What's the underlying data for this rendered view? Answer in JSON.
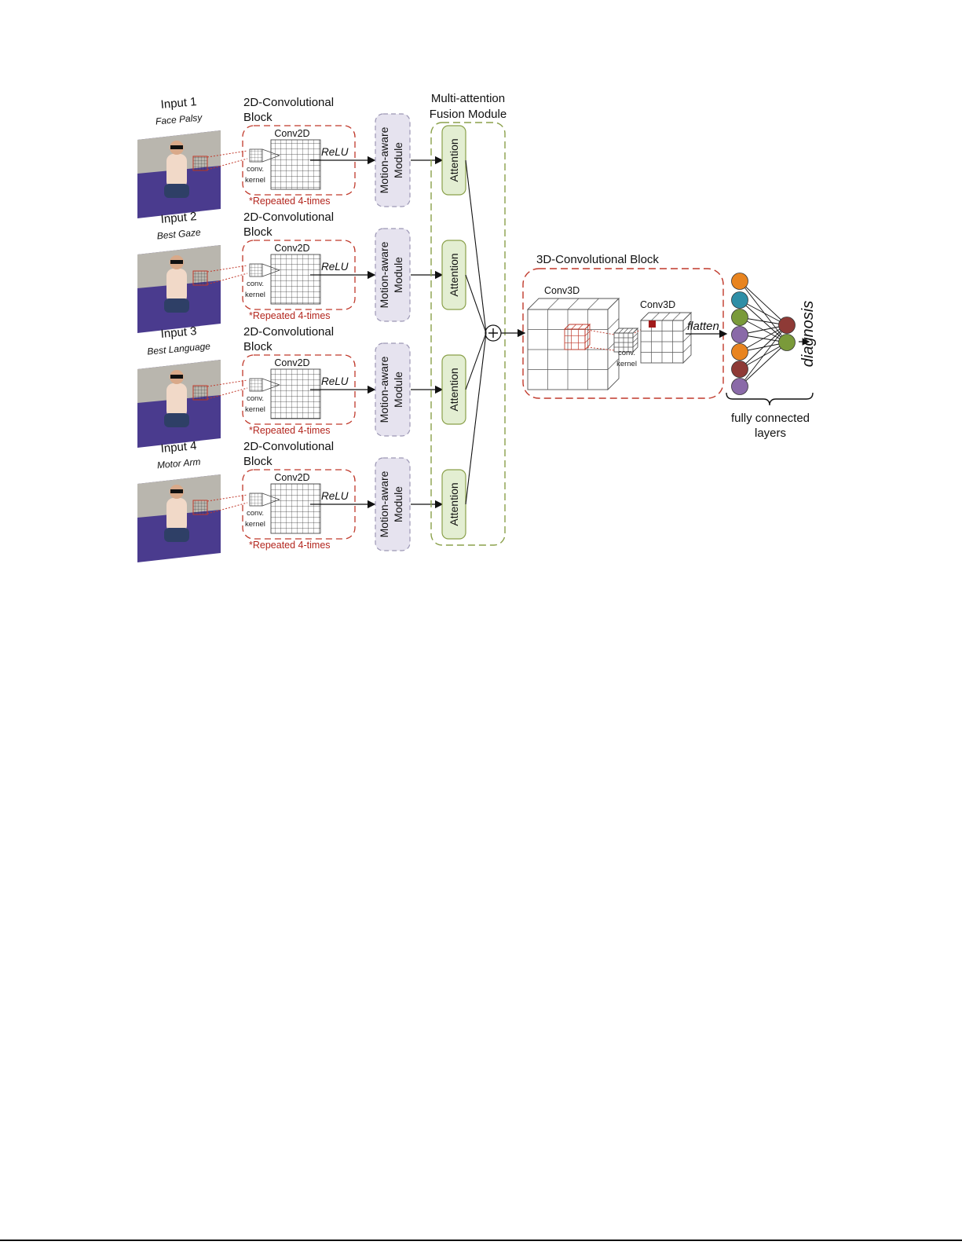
{
  "inputs": [
    {
      "title": "Input 1",
      "subtitle": "Face Palsy"
    },
    {
      "title": "Input 2",
      "subtitle": "Best Gaze"
    },
    {
      "title": "Input 3",
      "subtitle": "Best Language"
    },
    {
      "title": "Input 4",
      "subtitle": "Motor Arm"
    }
  ],
  "conv2d_block": {
    "title_line1": "2D-Convolutional",
    "title_line2": "Block",
    "layer": "Conv2D",
    "activation": "ReLU",
    "kernel_line1": "conv.",
    "kernel_line2": "kernel",
    "repeat_note": "*Repeated 4-times"
  },
  "motion_module": {
    "line1": "Motion-aware",
    "line2": "Module"
  },
  "fusion_module": {
    "title_line1": "Multi-attention",
    "title_line2": "Fusion Module",
    "attention_label": "Attention"
  },
  "conv3d_block": {
    "title": "3D-Convolutional Block",
    "layer_a": "Conv3D",
    "layer_b": "Conv3D",
    "kernel_line1": "conv.",
    "kernel_line2": "kernel",
    "flatten": "flatten"
  },
  "fc_layers": {
    "label_line1": "fully connected",
    "label_line2": "layers",
    "output": "diagnosis",
    "input_node_colors": [
      "#e8841f",
      "#2f8ea6",
      "#7a9a3a",
      "#8a6aa8",
      "#e8841f",
      "#8e3a36",
      "#8a6aa8"
    ],
    "output_node_colors": [
      "#8e3a36",
      "#7a9a3a"
    ]
  },
  "colors": {
    "red_dash": "#c0392b",
    "green_dash": "#8aa04a",
    "motion_fill": "#e6e3ef",
    "motion_stroke": "#9c97b5",
    "attention_fill": "#e3eed2",
    "attention_stroke": "#8aa04a",
    "photo_sofa": "#5a3aa0"
  }
}
